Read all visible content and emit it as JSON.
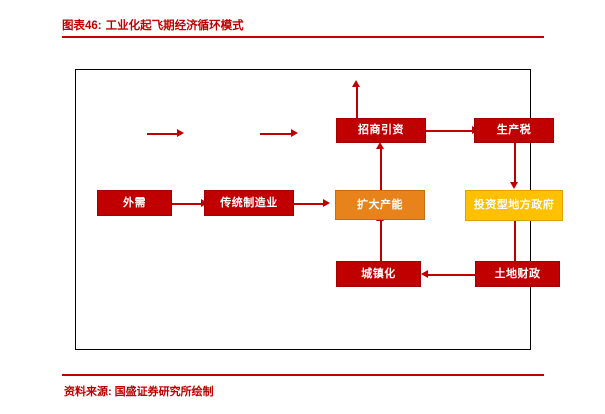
{
  "header": {
    "figure_label": "图表46:",
    "title": "工业化起飞期经济循环模式"
  },
  "footer": {
    "source_label": "资料来源:",
    "source_text": "国盛证券研究所绘制"
  },
  "colors": {
    "accent_red": "#c00000",
    "node_red": "#c00000",
    "node_orange": "#e8821a",
    "node_amber": "#ffc000",
    "frame_border": "#000000"
  },
  "diagram": {
    "nodes": [
      {
        "id": "external_demand",
        "label": "外需",
        "color": "red"
      },
      {
        "id": "traditional_mfg",
        "label": "传统制造业",
        "color": "red"
      },
      {
        "id": "expand_capacity",
        "label": "扩大产能",
        "color": "orange"
      },
      {
        "id": "attract_investment",
        "label": "招商引资",
        "color": "red"
      },
      {
        "id": "production_tax",
        "label": "生产税",
        "color": "red"
      },
      {
        "id": "investment_gov",
        "label": "投资型地方政府",
        "color": "amber"
      },
      {
        "id": "urbanization",
        "label": "城镇化",
        "color": "red"
      },
      {
        "id": "land_finance",
        "label": "土地财政",
        "color": "red"
      }
    ],
    "edges": [
      {
        "from": "external_demand",
        "to": "traditional_mfg",
        "direction": "right"
      },
      {
        "from": "traditional_mfg",
        "to": "expand_capacity",
        "direction": "right"
      },
      {
        "from": "expand_capacity",
        "to": "attract_investment",
        "direction": "up"
      },
      {
        "from": "attract_investment",
        "to": "production_tax",
        "direction": "right"
      },
      {
        "from": "production_tax",
        "to": "investment_gov",
        "direction": "down"
      },
      {
        "from": "investment_gov",
        "to": "land_finance",
        "direction": "down"
      },
      {
        "from": "land_finance",
        "to": "urbanization",
        "direction": "left"
      },
      {
        "from": "urbanization",
        "to": "expand_capacity",
        "direction": "up"
      }
    ]
  }
}
